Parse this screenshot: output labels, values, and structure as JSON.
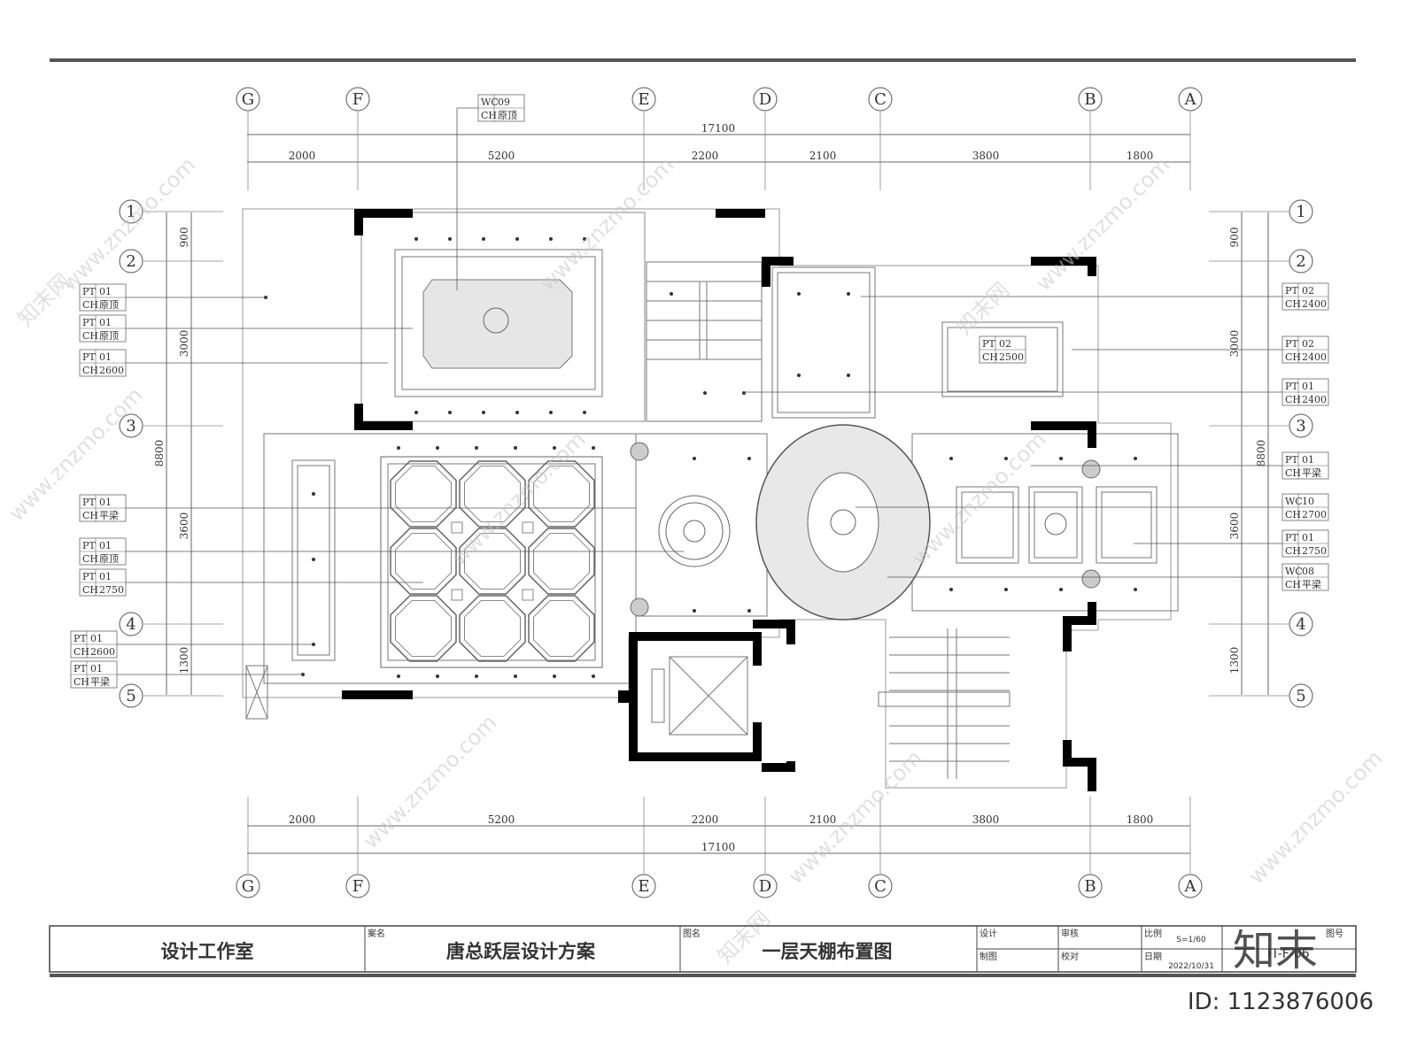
{
  "dims_h": {
    "total": "17100",
    "segments": [
      "2000",
      "5200",
      "2200",
      "2100",
      "3800",
      "1800"
    ]
  },
  "dims_v": {
    "total": "8800",
    "segments": [
      "900",
      "3000",
      "3600",
      "1300"
    ]
  },
  "axes_h": [
    "G",
    "F",
    "E",
    "D",
    "C",
    "B",
    "A"
  ],
  "axes_v": [
    "1",
    "2",
    "3",
    "4",
    "5"
  ],
  "tags_left": [
    [
      "PT",
      "01",
      "CH",
      "原顶"
    ],
    [
      "PT",
      "01",
      "CH",
      "原顶"
    ],
    [
      "PT",
      "01",
      "CH",
      "2600"
    ],
    [
      "PT",
      "01",
      "CH",
      "平梁"
    ],
    [
      "PT",
      "01",
      "CH",
      "原顶"
    ],
    [
      "PT",
      "01",
      "CH",
      "2750"
    ],
    [
      "PT",
      "01",
      "CH",
      "2600"
    ],
    [
      "PT",
      "01",
      "CH",
      "平梁"
    ]
  ],
  "tags_right": [
    [
      "PT",
      "02",
      "CH",
      "2400"
    ],
    [
      "PT",
      "02",
      "CH",
      "2400"
    ],
    [
      "PT",
      "01",
      "CH",
      "2400"
    ],
    [
      "PT",
      "01",
      "CH",
      "平梁"
    ],
    [
      "WC",
      "10",
      "CH",
      "2700"
    ],
    [
      "PT",
      "01",
      "CH",
      "2750"
    ],
    [
      "WC",
      "08",
      "CH",
      "平梁"
    ]
  ],
  "tag_top": [
    "WC",
    "09",
    "CH",
    "原顶"
  ],
  "tag_center": [
    "PT",
    "02",
    "CH",
    "2500"
  ],
  "title_block": {
    "studio": "设计工作室",
    "project_label": "案名",
    "project": "唐总跃层设计方案",
    "drawing_label": "图名",
    "drawing": "一层天棚布置图",
    "design": "设计",
    "review": "审核",
    "scale_label": "比例",
    "scale": "S=1/60",
    "draw": "制图",
    "check": "校对",
    "date_label": "日期",
    "date": "2022/10/31",
    "no_label": "图号",
    "number": "IT-F-06"
  },
  "watermark": {
    "url": "www.znzmo.com",
    "brand": "知末网",
    "logo": "知末",
    "id": "ID: 1123876006"
  }
}
